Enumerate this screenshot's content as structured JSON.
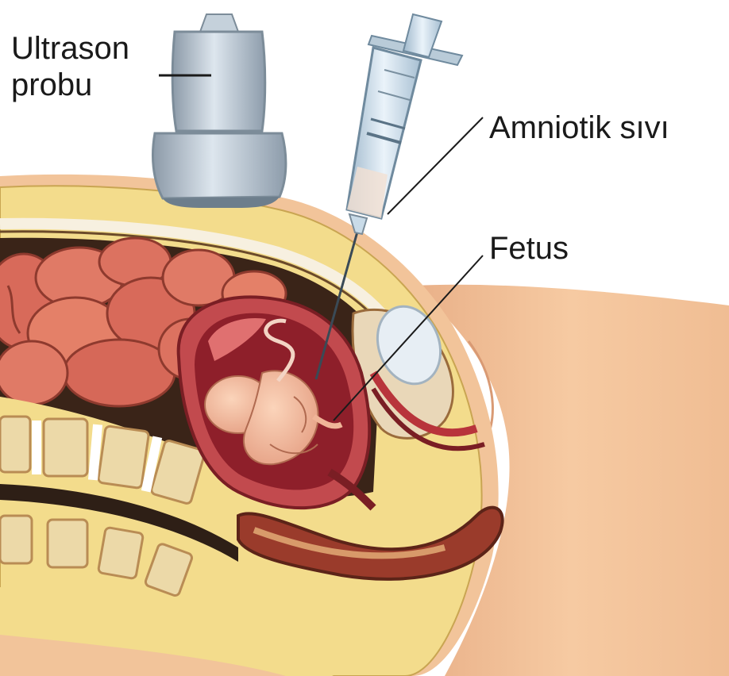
{
  "labels": {
    "probe_line1": "Ultrason",
    "probe_line2": "probu",
    "amniotic_fluid": "Amniotik sıvı",
    "fetus": "Fetus"
  },
  "colors": {
    "background": "#ffffff",
    "skin": "#f2c49a",
    "fat_layer": "#f3dc8c",
    "uterus": "#b8343b",
    "amniotic_cavity": "#8e1f2a",
    "fetus": "#f0b598",
    "intestine": "#d86a5a",
    "spine": "#ecd9a8",
    "probe": "#a9b8c6",
    "syringe": "#c9dbe8",
    "leader_line": "#1a1a1a"
  },
  "icons": [
    "ultrasound-probe-icon",
    "syringe-icon"
  ]
}
